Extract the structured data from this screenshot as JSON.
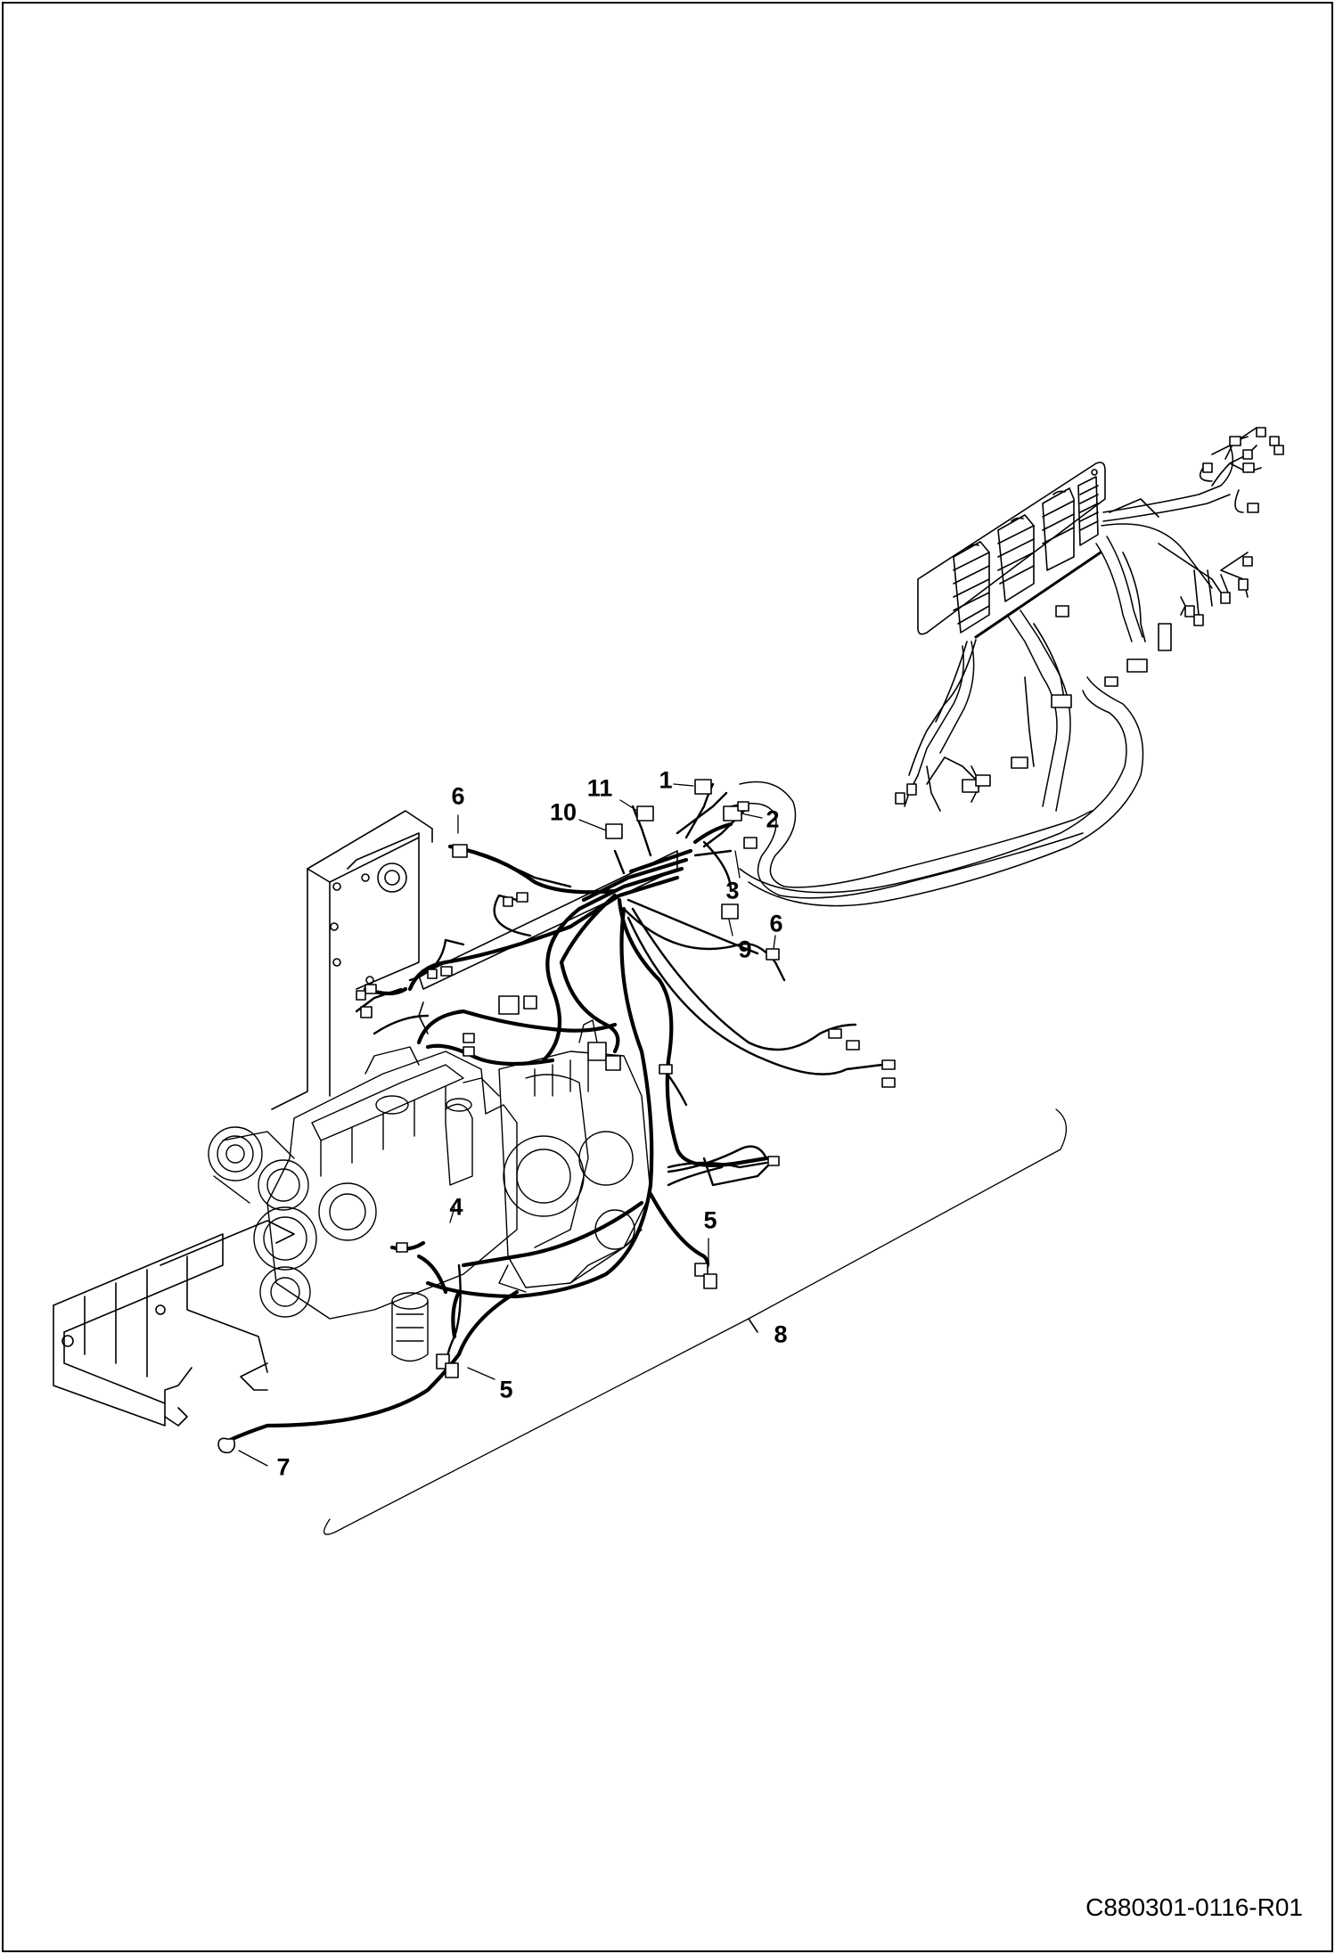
{
  "drawing": {
    "drawing_number": "C880301-0116-R01"
  },
  "callouts": {
    "c1": "1",
    "c2": "2",
    "c3": "3",
    "c4": "4",
    "c5a": "5",
    "c5b": "5",
    "c6a": "6",
    "c6b": "6",
    "c7": "7",
    "c8": "8",
    "c9": "9",
    "c10": "10",
    "c11": "11"
  },
  "colors": {
    "line": "#000000",
    "background": "#ffffff"
  }
}
